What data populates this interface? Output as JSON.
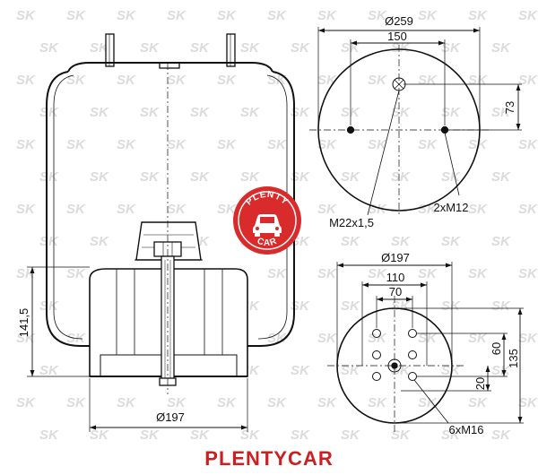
{
  "watermark": {
    "text": "SK"
  },
  "logo": {
    "top_text": "PLENTY",
    "bottom_text": "CAR",
    "color": "#d92b2b"
  },
  "brand": {
    "text": "PLENTYCAR",
    "color": "#cc1f1f"
  },
  "dims": {
    "side_height": "141,5",
    "side_diameter": "Ø197",
    "top_diameter": "Ø259",
    "top_spacing": "150",
    "top_offset": "73",
    "top_center_thread": "M22x1,5",
    "top_studs": "2xM12",
    "bottom_diameter": "Ø197",
    "bottom_spacing_outer": "110",
    "bottom_spacing_inner": "70",
    "bottom_height": "135",
    "bottom_pitch": "60",
    "bottom_small": "20",
    "bottom_bolts": "6xM16"
  }
}
